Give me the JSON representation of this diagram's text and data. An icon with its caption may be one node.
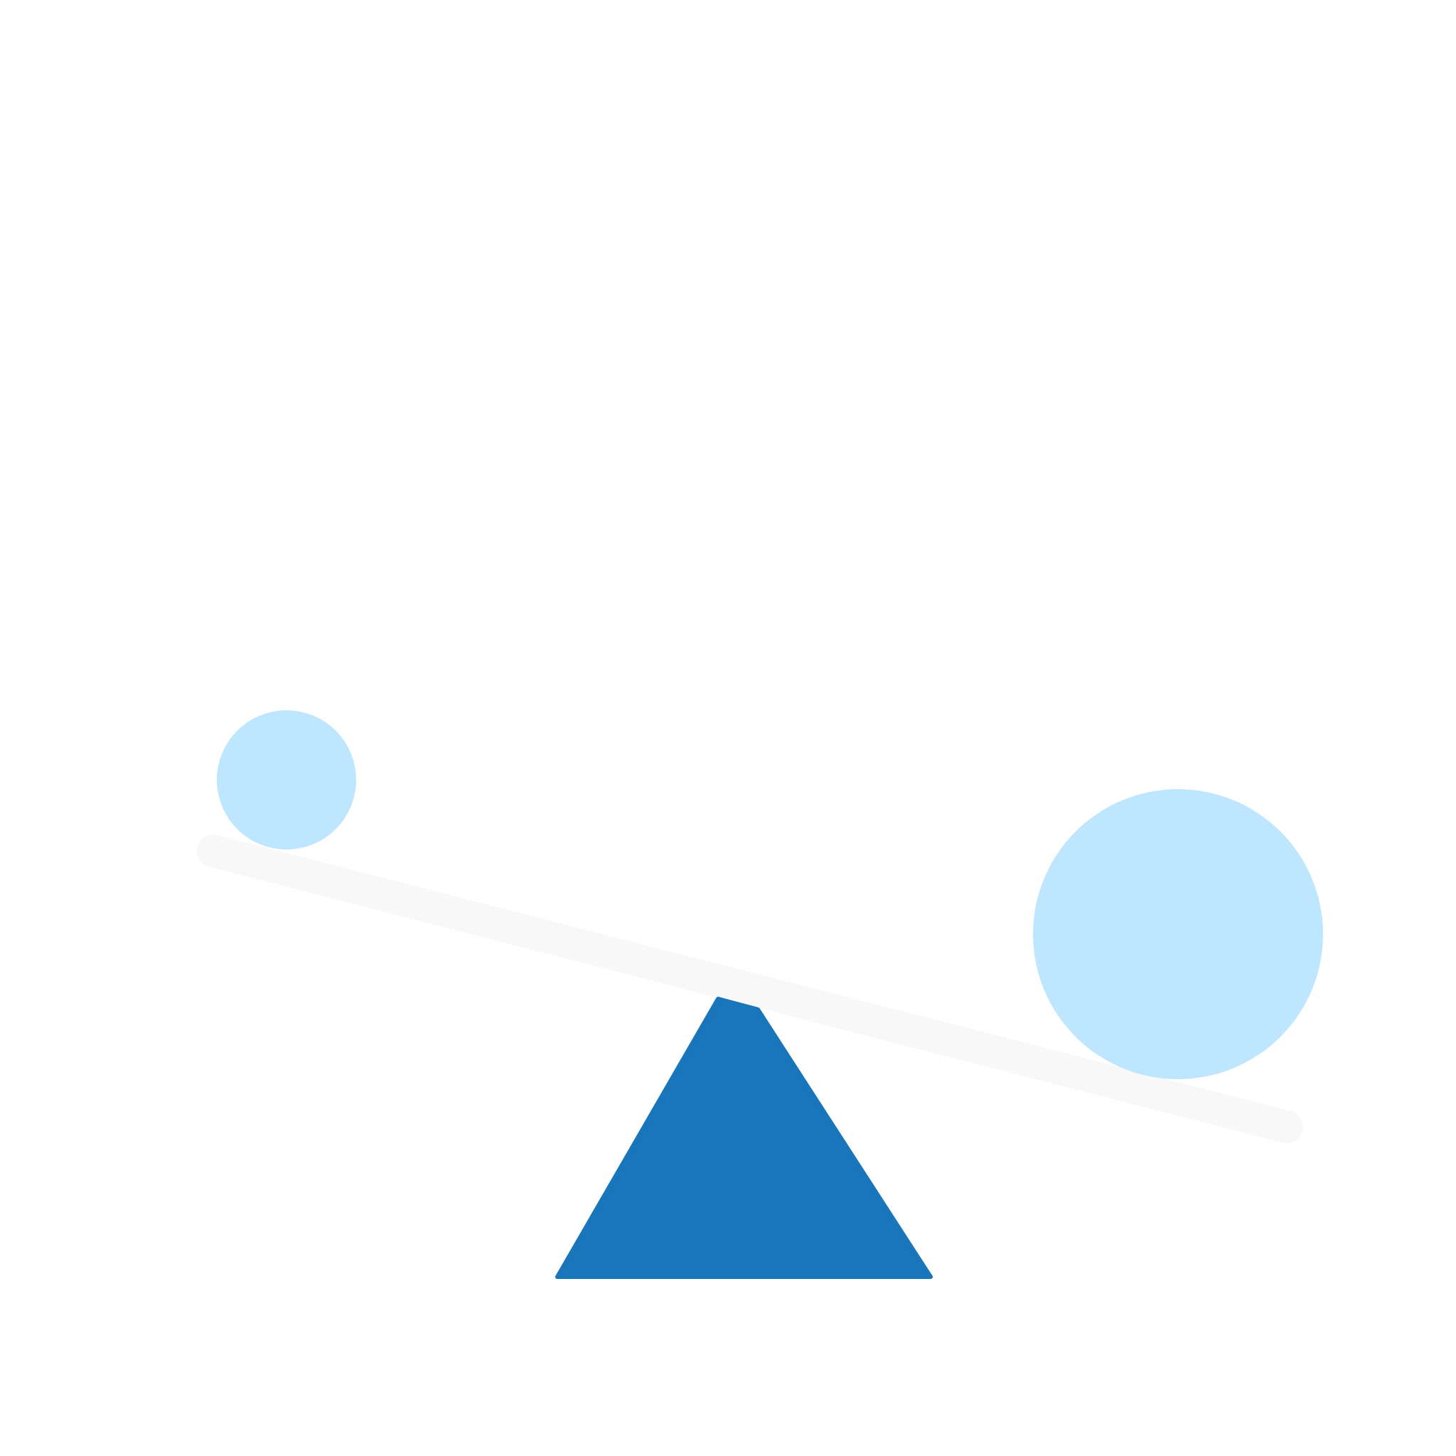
{
  "diagram": {
    "nodes": [
      {
        "text": [],
        "shape": "circle"
      },
      {
        "text": [],
        "shape": "circle"
      },
      {
        "text": [],
        "shape": "bar"
      },
      {
        "text": [],
        "shape": "triangle"
      }
    ]
  }
}
